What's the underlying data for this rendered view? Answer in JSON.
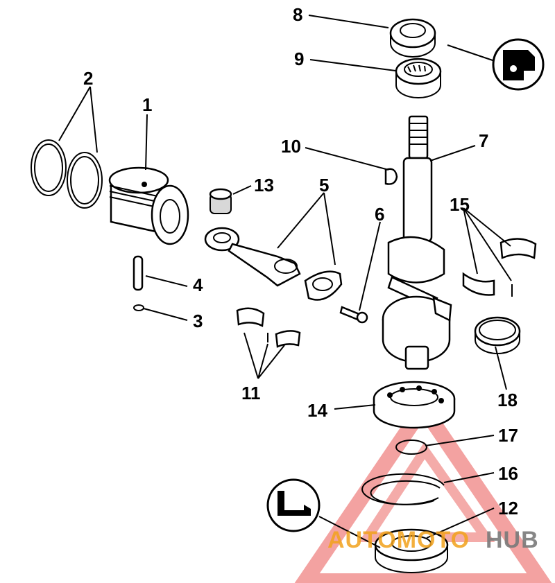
{
  "callouts": {
    "c1": "1",
    "c2": "2",
    "c3": "3",
    "c4": "4",
    "c5": "5",
    "c6": "6",
    "c7": "7",
    "c8": "8",
    "c9": "9",
    "c10": "10",
    "c11": "11",
    "c12": "12",
    "c13": "13",
    "c14": "14",
    "c15": "15",
    "c16": "16",
    "c17": "17",
    "c18": "18"
  },
  "watermark": {
    "text_auto": "AUTOMOTO",
    "text_hub": "HUB",
    "color_auto": "#f2a21c",
    "color_hub": "#7a7a7a",
    "triangle_color": "#e53935"
  },
  "icons": {
    "top_right": "sealant-tube-icon",
    "bottom_left": "hex-key-icon"
  }
}
